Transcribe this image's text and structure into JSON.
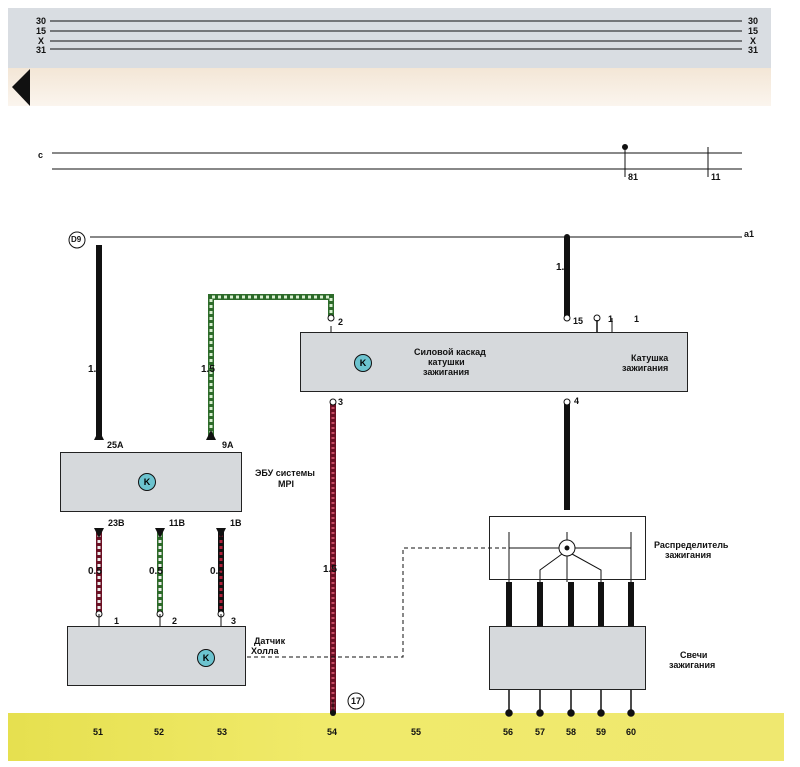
{
  "bus_lines": {
    "l30": "30",
    "l15": "15",
    "lX": "X",
    "l31": "31"
  },
  "left_labels": {
    "c": "c",
    "d9": "D9"
  },
  "right_labels": {
    "a1": "a1",
    "n81": "81",
    "n11": "11"
  },
  "wire_sizes": {
    "w_d9": "1.5",
    "w_9a": "1.5",
    "w_top_right": "1.5",
    "w_center": "1.5",
    "w_23b": "0.5",
    "w_11b": "0.5",
    "w_1b": "0.5"
  },
  "ecu": {
    "label_line1": "ЭБУ системы",
    "label_line2": "MPI",
    "pin_25a": "25A",
    "pin_9a": "9A",
    "pin_23b": "23B",
    "pin_11b": "11B",
    "pin_1b": "1B",
    "k": "K"
  },
  "ignition_module": {
    "label_line1": "Силовой каскад",
    "label_line2": "катушки",
    "label_line3": "зажигания",
    "pin_2": "2",
    "pin_3": "3",
    "k": "K"
  },
  "coil": {
    "label_line1": "Катушка",
    "label_line2": "зажигания",
    "pin_15": "15",
    "pin_1a": "1",
    "pin_1b": "1",
    "pin_4": "4"
  },
  "distributor": {
    "label_line1": "Распределитель",
    "label_line2": "зажигания"
  },
  "plugs": {
    "label_line1": "Свечи",
    "label_line2": "зажигания"
  },
  "hall": {
    "label_line1": "Датчик",
    "label_line2": "Холла",
    "pin_1": "1",
    "pin_2": "2",
    "pin_3": "3",
    "k": "K"
  },
  "ground_ref": "17",
  "bottom_numbers": [
    "51",
    "52",
    "53",
    "54",
    "55",
    "56",
    "57",
    "58",
    "59",
    "60"
  ],
  "colors": {
    "band_top": "#d9dde2",
    "band_bottom": "#ece65c",
    "wire_black": "#111111",
    "wire_red": "#b0203a",
    "wire_green": "#3f8f3a",
    "circle_fill": "#6cc3cf"
  }
}
